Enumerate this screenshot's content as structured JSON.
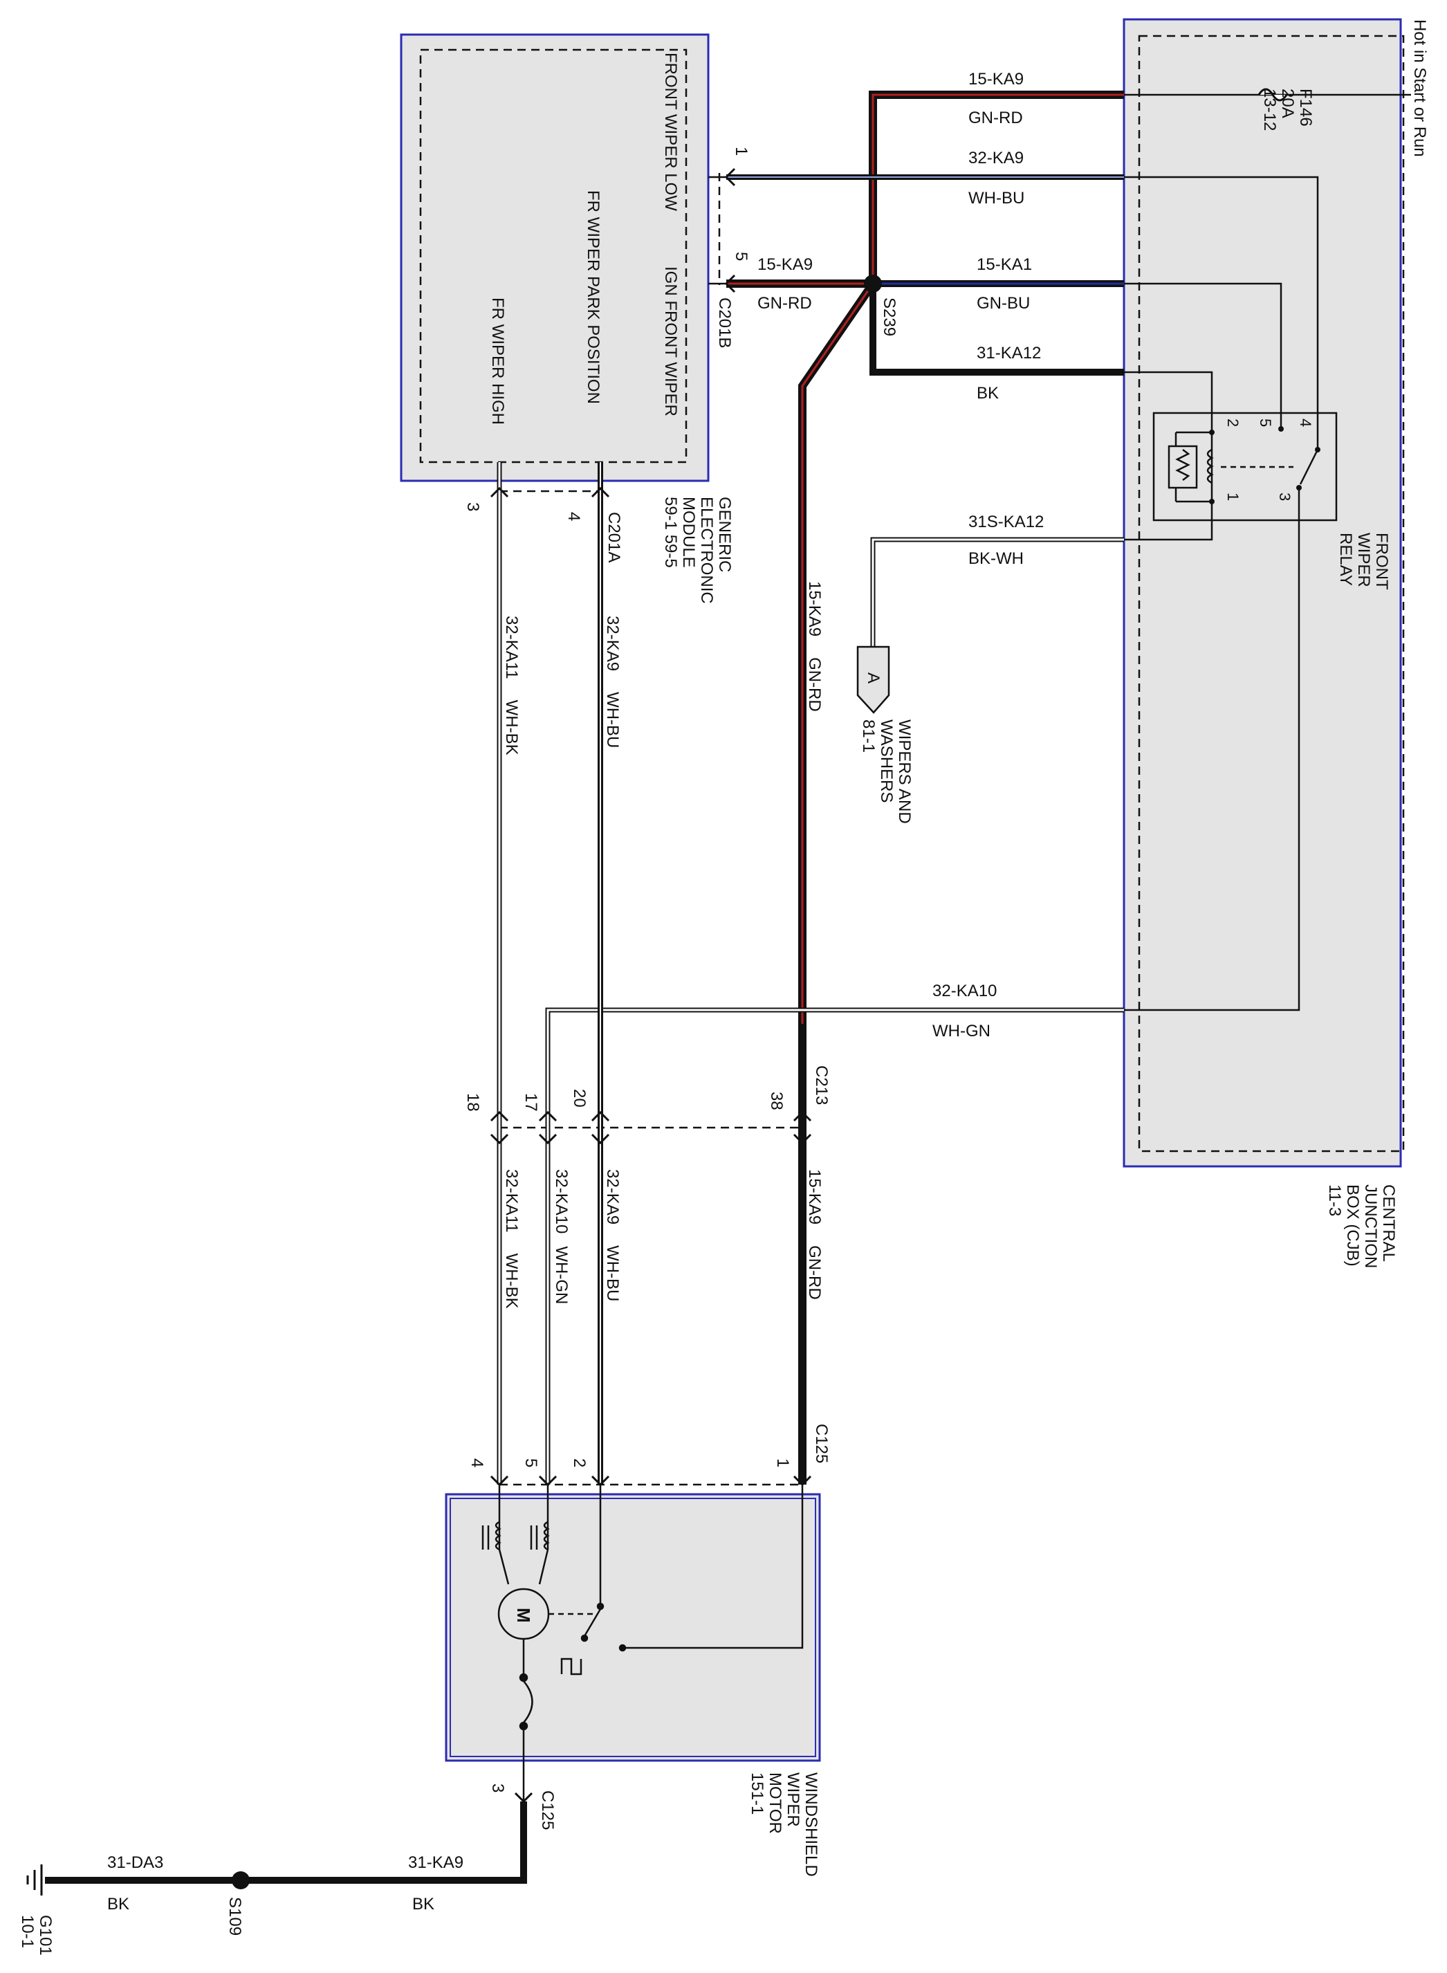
{
  "supply": {
    "label": "Hot in Start or Run"
  },
  "cjb": {
    "name_lines": [
      "CENTRAL",
      "JUNCTION",
      "BOX (CJB)",
      "11-3"
    ]
  },
  "fuse": {
    "lines": [
      "F146",
      "20A",
      "13-12"
    ]
  },
  "gem": {
    "name_lines": [
      "GENERIC",
      "ELECTRONIC",
      "MODULE",
      "59-1  59-5"
    ],
    "pins": {
      "front_wiper_low": "FRONT WIPER LOW",
      "ign_front_wiper": "IGN FRONT WIPER",
      "park_position": "FR WIPER PARK POSITION",
      "wiper_high": "FR WIPER HIGH"
    }
  },
  "relay": {
    "name_lines": [
      "FRONT",
      "WIPER",
      "RELAY"
    ],
    "pins": {
      "p1": "1",
      "p2": "2",
      "p3": "3",
      "p4": "4",
      "p5": "5"
    }
  },
  "motor": {
    "name_lines": [
      "WINDSHIELD",
      "WIPER",
      "MOTOR",
      "151-1"
    ],
    "symbol": "M"
  },
  "connectors": {
    "c201b": "C201B",
    "c201a": "C201A",
    "c213": "C213",
    "c125_top": "C125",
    "c125_bottom": "C125"
  },
  "pins": {
    "c201b_1": "1",
    "c201b_5": "5",
    "c201a_3": "3",
    "c201a_4": "4",
    "c213_18": "18",
    "c213_17": "17",
    "c213_20": "20",
    "c213_38": "38",
    "c125_4": "4",
    "c125_5": "5",
    "c125_2": "2",
    "c125_1": "1",
    "c125_3": "3"
  },
  "splices": {
    "s239": "S239",
    "s109": "S109"
  },
  "ground": {
    "lines": [
      "G101",
      "10-1"
    ]
  },
  "ref": {
    "letter": "A",
    "lines": [
      "WIPERS AND",
      "WASHERS",
      "81-1"
    ]
  },
  "wires": {
    "top_15ka9": {
      "circuit": "15-KA9",
      "color": "GN-RD"
    },
    "top_32ka9": {
      "circuit": "32-KA9",
      "color": "WH-BU"
    },
    "gem_15ka9": {
      "circuit": "15-KA9",
      "color": "GN-RD"
    },
    "top_15ka1": {
      "circuit": "15-KA1",
      "color": "GN-BU"
    },
    "top_31ka12": {
      "circuit": "31-KA12",
      "color": "BK"
    },
    "top_31ska12": {
      "circuit": "31S-KA12",
      "color": "BK-WH"
    },
    "mid_32ka10": {
      "circuit": "32-KA10",
      "color": "WH-GN"
    },
    "v_15ka9_up": {
      "circuit": "15-KA9",
      "color": "GN-RD"
    },
    "v_32ka11_up": {
      "circuit": "32-KA11",
      "color": "WH-BK"
    },
    "v_32ka9_up": {
      "circuit": "32-KA9",
      "color": "WH-BU"
    },
    "v_32ka11_lo": {
      "circuit": "32-KA11",
      "color": "WH-BK"
    },
    "v_32ka10_lo": {
      "circuit": "32-KA10",
      "color": "WH-GN"
    },
    "v_32ka9_lo": {
      "circuit": "32-KA9",
      "color": "WH-BU"
    },
    "v_15ka9_lo": {
      "circuit": "15-KA9",
      "color": "GN-RD"
    },
    "gnd_31ka9": {
      "circuit": "31-KA9",
      "color": "BK"
    },
    "gnd_31da3": {
      "circuit": "31-DA3",
      "color": "BK"
    }
  }
}
